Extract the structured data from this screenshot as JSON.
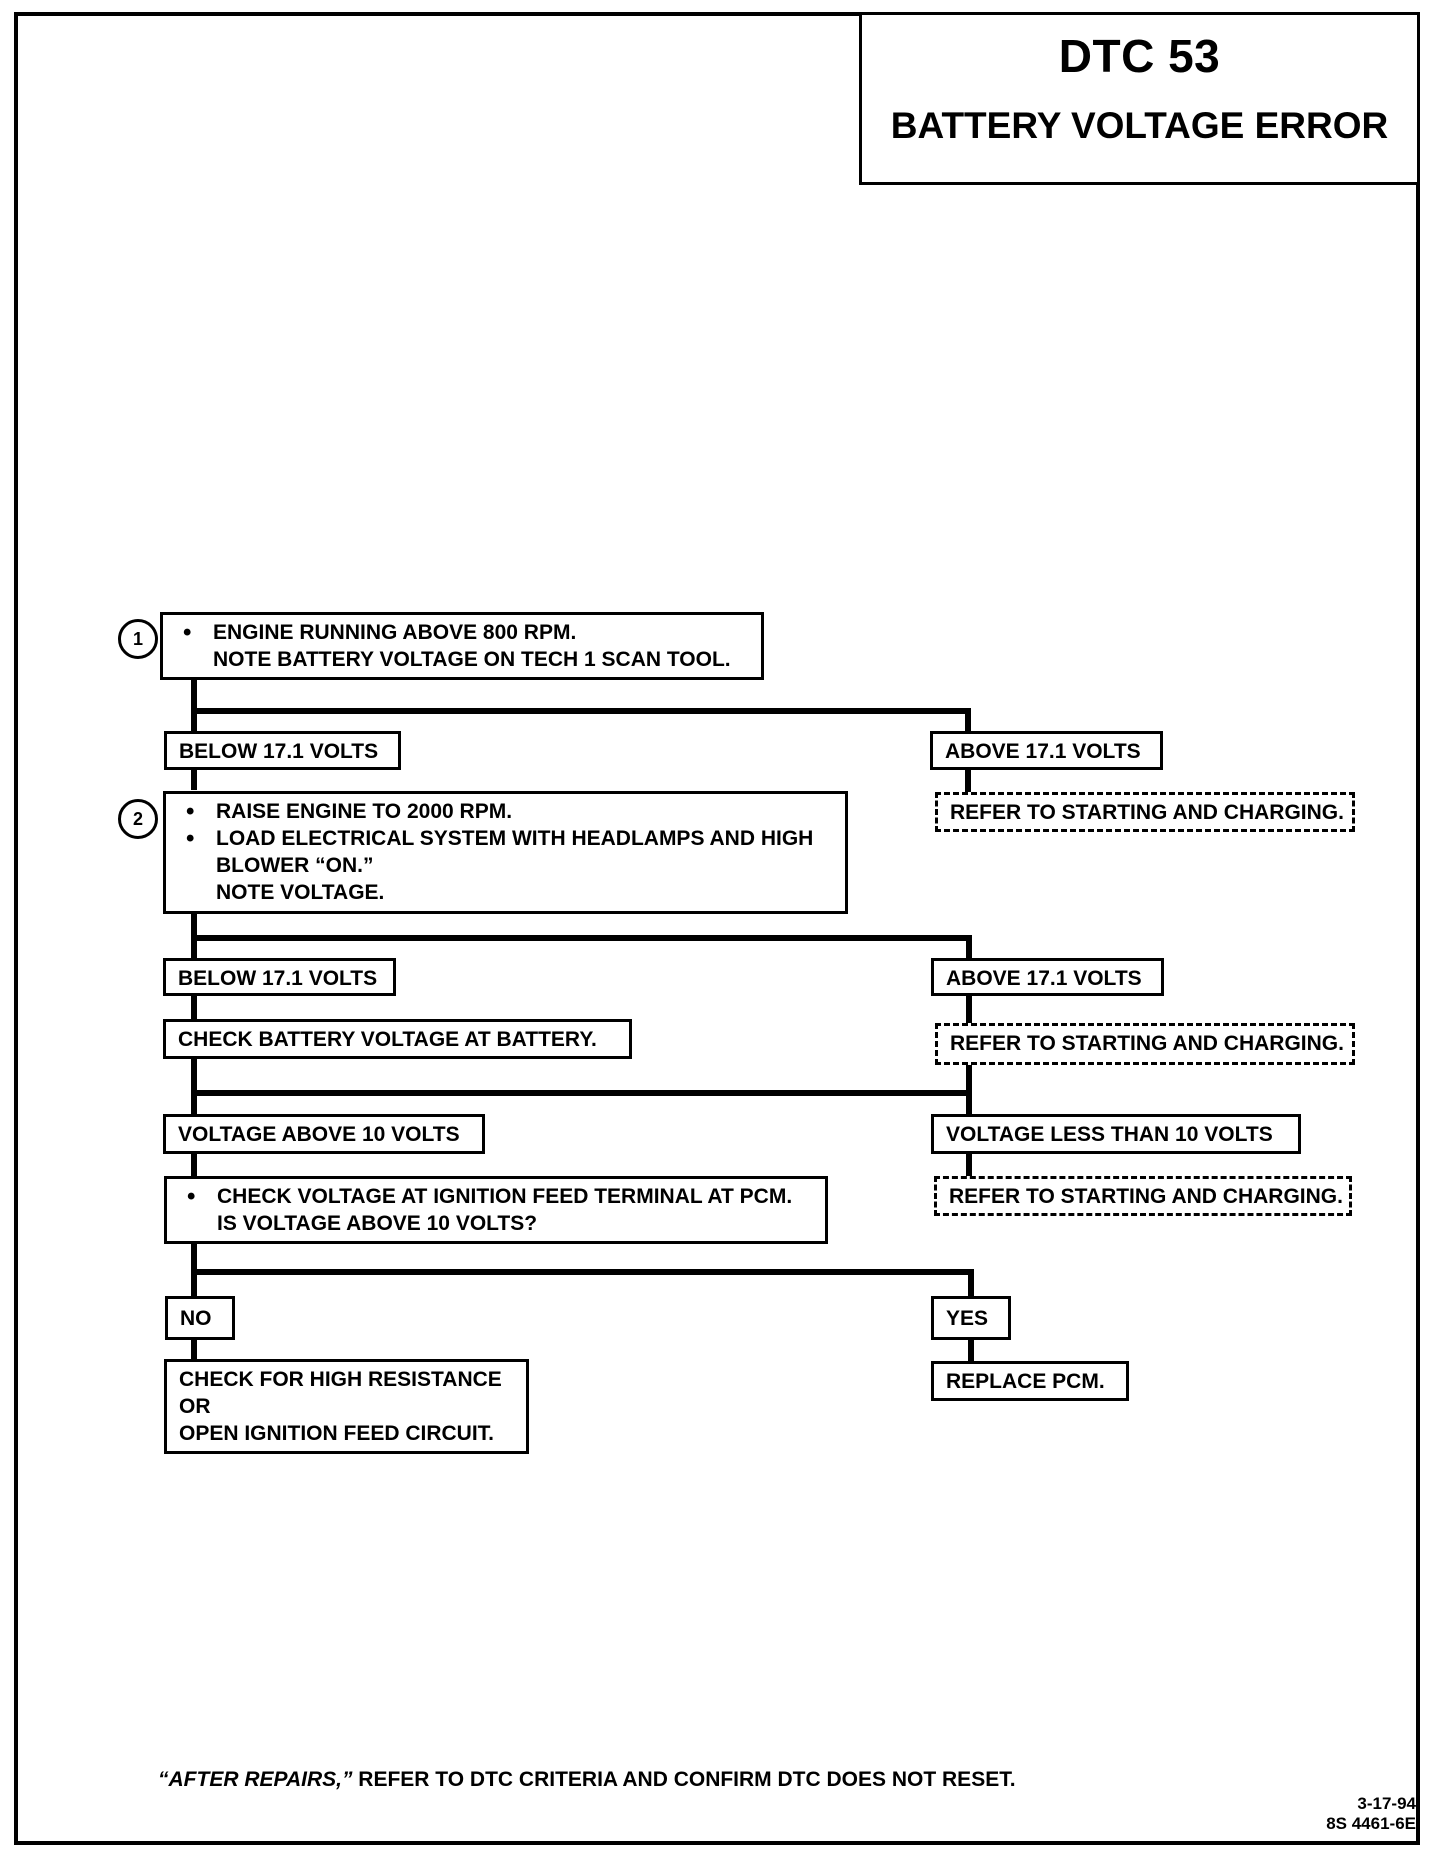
{
  "title": {
    "code": "DTC 53",
    "name": "BATTERY VOLTAGE ERROR"
  },
  "steps": {
    "step1": {
      "number": "1",
      "lines": [
        "ENGINE RUNNING ABOVE 800 RPM.",
        "NOTE BATTERY VOLTAGE ON TECH 1 SCAN TOOL."
      ]
    },
    "step1_left": "BELOW 17.1 VOLTS",
    "step1_right": "ABOVE 17.1 VOLTS",
    "step1_right_action": "REFER TO STARTING AND CHARGING.",
    "step2": {
      "number": "2",
      "lines": [
        "RAISE ENGINE TO 2000 RPM.",
        "LOAD ELECTRICAL SYSTEM WITH HEADLAMPS AND HIGH",
        "BLOWER “ON.”",
        "NOTE VOLTAGE."
      ]
    },
    "step2_left": "BELOW 17.1 VOLTS",
    "step2_right": "ABOVE 17.1 VOLTS",
    "step2_right_action": "REFER TO STARTING AND CHARGING.",
    "check_battery": "CHECK BATTERY VOLTAGE AT BATTERY.",
    "battery_left": "VOLTAGE ABOVE 10 VOLTS",
    "battery_right": "VOLTAGE LESS THAN 10 VOLTS",
    "battery_right_action": "REFER TO STARTING AND CHARGING.",
    "check_ignition": {
      "lines": [
        "CHECK VOLTAGE AT IGNITION FEED TERMINAL AT PCM.",
        "IS VOLTAGE ABOVE 10 VOLTS?"
      ]
    },
    "no_label": "NO",
    "yes_label": "YES",
    "no_action": [
      "CHECK FOR HIGH RESISTANCE",
      "OR",
      "OPEN IGNITION FEED CIRCUIT."
    ],
    "yes_action": "REPLACE PCM."
  },
  "footer": {
    "emphasis": "“AFTER REPAIRS,”",
    "text": " REFER TO DTC CRITERIA AND CONFIRM DTC DOES NOT RESET."
  },
  "reference": {
    "date": "3-17-94",
    "doc": "8S 4461-6E"
  }
}
